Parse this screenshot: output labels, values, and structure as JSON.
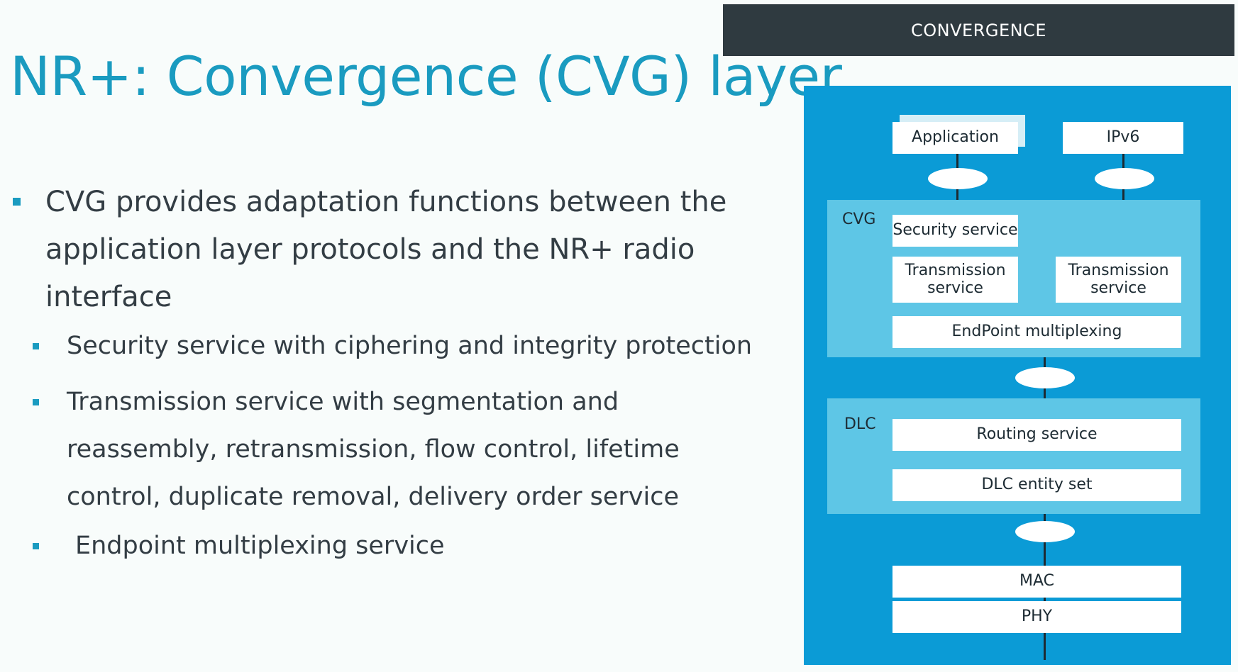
{
  "slide": {
    "title": "NR+: Convergence (CVG) layer",
    "section_label": "CONVERGENCE"
  },
  "bullets": {
    "main": "CVG provides adaptation functions between the application layer protocols and the NR+ radio interface",
    "sub": [
      "Security service with ciphering and integrity protection",
      "Transmission service with segmentation and reassembly, retransmission, flow control, lifetime control, duplicate removal, delivery order service",
      "Endpoint multiplexing service"
    ]
  },
  "diagram": {
    "colors": {
      "background": "#0b9bd6",
      "layer": "#5ec6e6",
      "box": "#ffffff",
      "line": "#1d2b33"
    },
    "top_boxes": {
      "application": "Application",
      "ipv6": "IPv6"
    },
    "cvg": {
      "label": "CVG",
      "security_service": "Security service",
      "transmission_service_left": "Transmission service",
      "transmission_service_right": "Transmission service",
      "endpoint_multiplexing": "EndPoint multiplexing"
    },
    "dlc": {
      "label": "DLC",
      "routing_service": "Routing service",
      "dlc_entity_set": "DLC entity set"
    },
    "bottom": {
      "mac": "MAC",
      "phy": "PHY"
    }
  }
}
